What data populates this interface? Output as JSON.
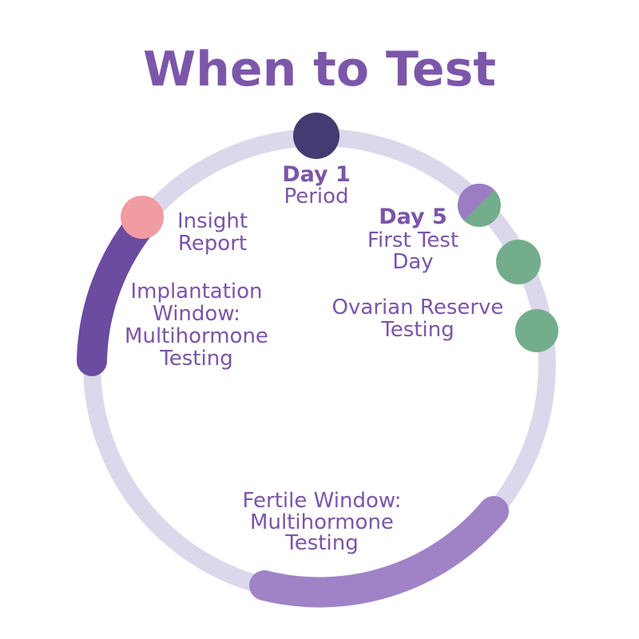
{
  "title": "When to Test",
  "colors": {
    "title_text": "#7C57A9",
    "label_text": "#7B55A9",
    "ring": "#DCD8EB",
    "day1_dot": "#453A71",
    "insight_dot": "#F19BA3",
    "ovarian_dot": "#73AD8B",
    "day5_dot_purple": "#9C7DC4",
    "day5_dot_green": "#73AD8B",
    "implantation_arc": "#6B4CA0",
    "fertile_arc": "#A083C7"
  },
  "markers": {
    "day1": {
      "heading": "Day 1",
      "sub": "Period"
    },
    "day5": {
      "heading": "Day 5",
      "sub_line1": "First Test",
      "sub_line2": "Day"
    },
    "insight": {
      "line1": "Insight",
      "line2": "Report"
    },
    "implantation": {
      "line1": "Implantation",
      "line2": "Window:",
      "line3": "Multihormone",
      "line4": "Testing"
    },
    "ovarian": {
      "line1": "Ovarian Reserve",
      "line2": "Testing"
    },
    "fertile": {
      "line1": "Fertile Window:",
      "line2": "Multihormone",
      "line3": "Testing"
    }
  }
}
